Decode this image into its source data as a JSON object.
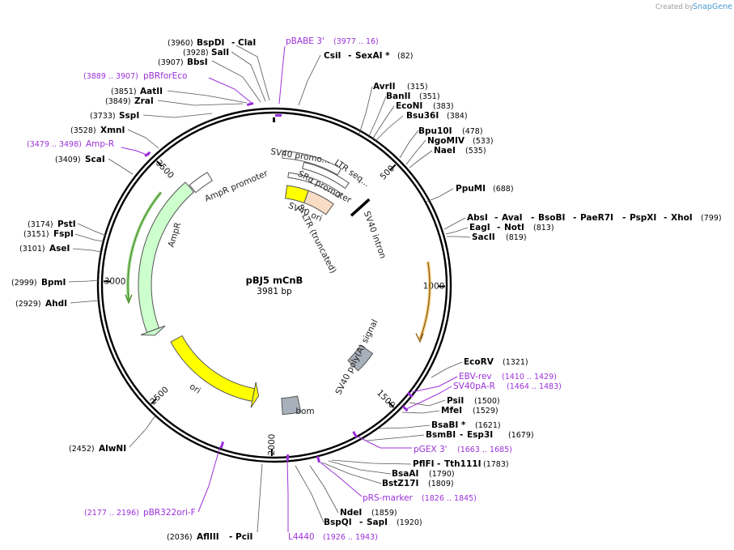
{
  "watermark": {
    "prefix": "Created by",
    "brand": "SnapGene"
  },
  "plasmid": {
    "name": "pBJ5 mCnB",
    "length": "3981 bp",
    "length_bp": 3981
  },
  "ticks": [
    {
      "pos": 500,
      "label": "500"
    },
    {
      "pos": 1000,
      "label": "1000"
    },
    {
      "pos": 1500,
      "label": "1500"
    },
    {
      "pos": 2000,
      "label": "2000"
    },
    {
      "pos": 2500,
      "label": "2500"
    },
    {
      "pos": 3000,
      "label": "3000"
    },
    {
      "pos": 3500,
      "label": "3500"
    }
  ],
  "features": [
    {
      "name": "AmpR promoter",
      "color": "#ffffff",
      "start": 3535,
      "end": 3641,
      "arrow": "ccw"
    },
    {
      "name": "AmpR",
      "color": "#ccffcc",
      "start": 2734,
      "end": 3529,
      "arrow": "ccw"
    },
    {
      "name": "ori",
      "color": "#ffff00",
      "start": 2080,
      "end": 2668,
      "arrow": "ccw"
    },
    {
      "name": "bom",
      "color": "#a8b1bb",
      "start": 1860,
      "end": 1950,
      "arrow": "none"
    },
    {
      "name": "SV40 poly(A) signal",
      "color": "#a8b1bb",
      "start": 1380,
      "end": 1500,
      "arrow": "none"
    },
    {
      "name": "SV40 promo...",
      "color": "#ffffff",
      "start": 60,
      "end": 330,
      "arrow": "cw"
    },
    {
      "name": "LTR seq...",
      "color": "#ffffff",
      "start": 150,
      "end": 400,
      "arrow": "cw"
    },
    {
      "name": "SRα promoter",
      "color": "#ffffff",
      "start": 80,
      "end": 400,
      "arrow": "cw"
    },
    {
      "name": "SV40 ori",
      "color": "#ffff00",
      "start": 80,
      "end": 220,
      "arrow": "none"
    },
    {
      "name": "5' LTR (truncated)",
      "color": "#f9dcc4",
      "start": 220,
      "end": 400,
      "arrow": "none"
    },
    {
      "name": "SV40 intron",
      "color": "#000000",
      "start": 520,
      "end": 540,
      "arrow": "none"
    }
  ],
  "orf": {
    "color": "#e8a820",
    "start": 900,
    "end": 1220
  },
  "ampr_orf": {
    "color": "#3d8a1c",
    "start": 2920,
    "end": 3420
  },
  "enzymes": [
    {
      "name": "BspDI",
      "sep": "-",
      "name2": "ClaI",
      "pos": "(3960)"
    },
    {
      "name": "SalI",
      "pos": "(3928)"
    },
    {
      "name": "BbsI",
      "pos": "(3907)"
    },
    {
      "name": "AatII",
      "pos": "(3851)"
    },
    {
      "name": "ZraI",
      "pos": "(3849)"
    },
    {
      "name": "SspI",
      "pos": "(3733)"
    },
    {
      "name": "XmnI",
      "pos": "(3528)"
    },
    {
      "name": "ScaI",
      "pos": "(3409)"
    },
    {
      "name": "PstI",
      "pos": "(3174)"
    },
    {
      "name": "FspI",
      "pos": "(3151)"
    },
    {
      "name": "AseI",
      "pos": "(3101)"
    },
    {
      "name": "BpmI",
      "pos": "(2999)"
    },
    {
      "name": "AhdI",
      "pos": "(2929)"
    },
    {
      "name": "AlwNI",
      "pos": "(2452)"
    },
    {
      "name": "AflIII",
      "sep": "-",
      "name2": "PciI",
      "pos": "(2036)"
    },
    {
      "name": "CsiI",
      "sep": "-",
      "name2": "SexAI *",
      "pos": "(82)"
    },
    {
      "name": "AvrII",
      "pos": "(315)"
    },
    {
      "name": "BanII",
      "pos": "(351)"
    },
    {
      "name": "EcoNI",
      "pos": "(383)"
    },
    {
      "name": "Bsu36I",
      "pos": "(384)"
    },
    {
      "name": "Bpu10I",
      "pos": "(478)"
    },
    {
      "name": "NgoMIV",
      "pos": "(533)"
    },
    {
      "name": "NaeI",
      "pos": "(535)"
    },
    {
      "name": "PpuMI",
      "pos": "(688)"
    },
    {
      "name": "AbsI",
      "sep": "-",
      "name2": "AvaI",
      "sep2": "-",
      "name3": "BsoBI",
      "sep3": "-",
      "name4": "PaeR7I",
      "sep4": "-",
      "name5": "PspXI",
      "sep5": "-",
      "name6": "XhoI",
      "pos": "(799)"
    },
    {
      "name": "EagI",
      "sep": "-",
      "name2": "NotI",
      "pos": "(813)"
    },
    {
      "name": "SacII",
      "pos": "(819)"
    },
    {
      "name": "EcoRV",
      "pos": "(1321)"
    },
    {
      "name": "PsiI",
      "pos": "(1500)"
    },
    {
      "name": "MfeI",
      "pos": "(1529)"
    },
    {
      "name": "BsaBI *",
      "pos": "(1621)"
    },
    {
      "name": "BsmBI",
      "sep": "-",
      "name2": "Esp3I",
      "pos": "(1679)"
    },
    {
      "name": "PflFI",
      "sep": "-",
      "name2": "Tth111I",
      "pos": "(1783)"
    },
    {
      "name": "BsaAI",
      "pos": "(1790)"
    },
    {
      "name": "BstZ17I",
      "pos": "(1809)"
    },
    {
      "name": "NdeI",
      "pos": "(1859)"
    },
    {
      "name": "BspQI",
      "sep": "-",
      "name2": "SapI",
      "pos": "(1920)"
    }
  ],
  "primers": [
    {
      "name": "pBABE 3'",
      "pos": "(3977 .. 16)"
    },
    {
      "name": "pBRforEco",
      "pos": "(3889 .. 3907)"
    },
    {
      "name": "Amp-R",
      "pos": "(3479 .. 3498)"
    },
    {
      "name": "EBV-rev",
      "pos": "(1410 .. 1429)"
    },
    {
      "name": "SV40pA-R",
      "pos": "(1464 .. 1483)"
    },
    {
      "name": "pGEX 3'",
      "pos": "(1663 .. 1685)"
    },
    {
      "name": "pRS-marker",
      "pos": "(1826 .. 1845)"
    },
    {
      "name": "pBR322ori-F",
      "pos": "(2177 .. 2196)"
    },
    {
      "name": "L4440",
      "pos": "(1926 .. 1943)"
    }
  ]
}
